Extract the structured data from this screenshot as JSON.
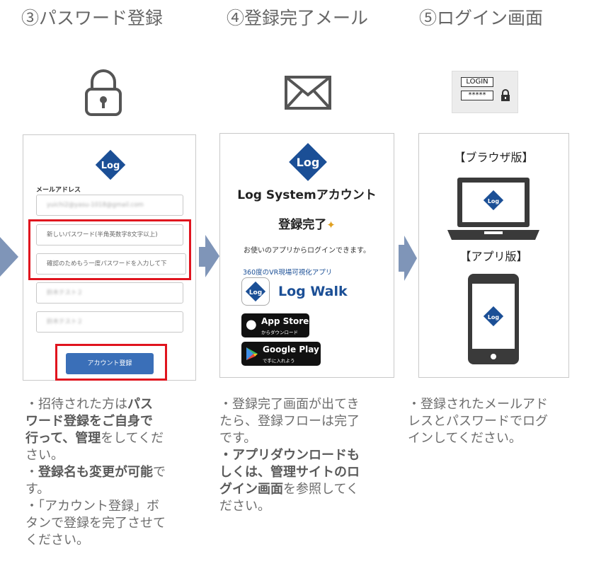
{
  "steps": [
    {
      "title": "③パスワード登録"
    },
    {
      "title": "④登録完了メール"
    },
    {
      "title": "⑤ログイン画面"
    }
  ],
  "login_icon": {
    "login_text": "LOGIN",
    "password_text": "*****"
  },
  "panel1": {
    "email_label": "メールアドレス",
    "email_value": "yuichi2@yasu-1018@gmail.com",
    "new_password_placeholder": "新しいパスワード(半角英数字8文字以上)",
    "confirm_password_placeholder": "確認のためもう一度パスワードを入力して下",
    "name1": "鈴木テスト２",
    "name2": "鈴木テスト２",
    "register_button": "アカウント登録"
  },
  "panel2": {
    "heading": "Log Systemアカウント",
    "complete": "登録完了",
    "message": "お使いのアプリからログインできます。",
    "app_caption": "360度のVR現場可視化アプリ",
    "app_name": "Log Walk",
    "appstore_main": "App Store",
    "appstore_sub": "からダウンロード",
    "googleplay_main": "Google Play",
    "googleplay_sub": "で手に入れよう"
  },
  "panel3": {
    "browser_label": "【ブラウザ版】",
    "app_label": "【アプリ版】"
  },
  "desc1": {
    "l1a": "・招待された方は",
    "l1b": "パス",
    "l2": "ワード登録をご自身で",
    "l3a": "行って、管理",
    "l3b": "をしてくだ",
    "l4": "さい。",
    "l5a": "・",
    "l5b": "登録名も変更が可能",
    "l5c": "で",
    "l6": "す。",
    "l7": "・「アカウント登録」ボ",
    "l8": "タンで登録を完了させて",
    "l9": "ください。"
  },
  "desc2": {
    "l1": "・登録完了画面が出てき",
    "l2": "たら、登録フローは完了",
    "l3": "です。",
    "l4": "・アプリダウンロードも",
    "l5": "しくは、管理サイトのロ",
    "l6a": "グイン画面",
    "l6b": "を参照してく",
    "l7": "ださい。"
  },
  "desc3": {
    "l1": "・登録されたメールアド",
    "l2": "レスとパスワードでログ",
    "l3": "インしてください。"
  },
  "colors": {
    "brand": "#1b4f96",
    "arrow": "#7f95b8",
    "red": "#e0141e",
    "button": "#3a6fb8"
  }
}
